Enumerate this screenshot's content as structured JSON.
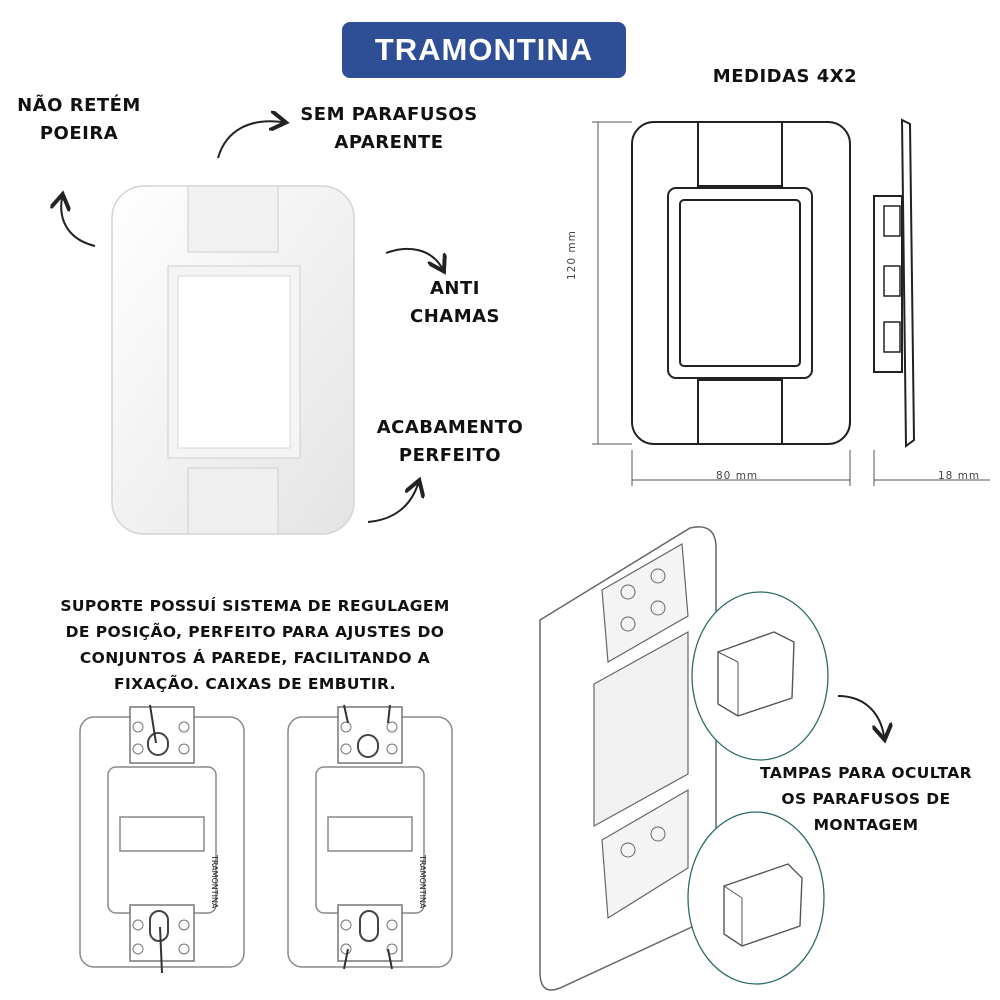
{
  "brand": {
    "name": "TRAMONTINA",
    "color": "#2e4f95"
  },
  "features": {
    "dust": [
      "NÃO RETÉM",
      "POEIRA"
    ],
    "screws": [
      "SEM PARAFUSOS",
      "APARENTE"
    ],
    "flame": [
      "ANTI",
      "CHAMAS"
    ],
    "finish": [
      "ACABAMENTO",
      "PERFEITO"
    ]
  },
  "measures": {
    "title": "MEDIDAS 4X2",
    "height": "120 mm",
    "width": "80 mm",
    "depth": "18 mm"
  },
  "support": {
    "lines": [
      "SUPORTE POSSUÍ SISTEMA DE REGULAGEM",
      "DE POSIÇÃO, PERFEITO PARA AJUSTES DO",
      "CONJUNTOS Á PAREDE, FACILITANDO A",
      "FIXAÇÃO. CAIXAS DE EMBUTIR."
    ],
    "plate_brand": "TRAMONTINA"
  },
  "covers": {
    "lines": [
      "TAMPAS PARA OCULTAR",
      "OS PARAFUSOS DE",
      "MONTAGEM"
    ]
  },
  "icons": [
    "curved-arrow-icon",
    "product-photo",
    "technical-drawing"
  ]
}
